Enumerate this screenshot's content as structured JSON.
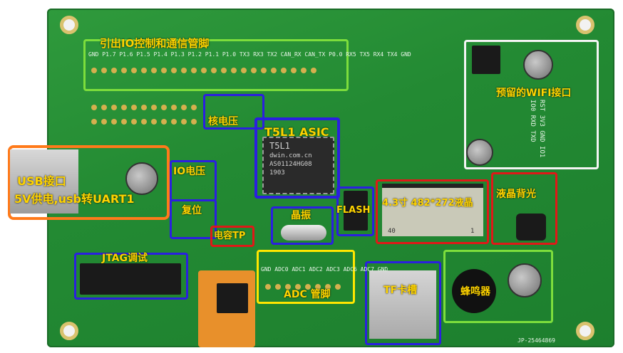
{
  "labels": {
    "io_header": "引出IO控制和通信管脚",
    "wifi": "预留的WIFI接口",
    "core_voltage": "核电压",
    "asic": "T5L1 ASIC",
    "io_voltage": "IO电压",
    "usb_line1": "USB接口",
    "usb_line2": "5V供电,usb转UART1",
    "reset": "复位",
    "crystal": "晶振",
    "flash": "FLASH",
    "lcd": "4.3寸 482*272液晶",
    "backlight": "液晶背光",
    "touch": "电容TP",
    "jtag": "JTAG调试",
    "adc": "ADC 管脚",
    "tf": "TF卡槽",
    "buzzer": "蜂鸣器"
  },
  "chip_marking": {
    "line1": "T5L1",
    "line2": "dwin.com.cn",
    "line3": "AS01124HG08",
    "line4": "1903"
  },
  "header_pins_top": [
    "GND",
    "P1.7",
    "P1.6",
    "P1.5",
    "P1.4",
    "P1.3",
    "P1.2",
    "P1.1",
    "P1.0",
    "TX3",
    "RX3",
    "TX2",
    "CAN_RX",
    "CAN_TX",
    "P0.0",
    "RX5",
    "TX5",
    "RX4",
    "TX4",
    "GND"
  ],
  "wifi_pins": [
    "RST",
    "3V3",
    "GND",
    "IO1",
    "IO0",
    "RXD",
    "TXD"
  ],
  "adc_pins": [
    "GND",
    "ADC0",
    "ADC1",
    "ADC2",
    "ADC3",
    "ADC6",
    "ADC7",
    "GND"
  ],
  "pcb_code": "JP-25464869",
  "fpc_marks": [
    "40",
    "1"
  ],
  "colors": {
    "green": "#7dde3c",
    "blue": "#2b1fe0",
    "red": "#e01818",
    "orange": "#ff7a1a",
    "yellow": "#ffe600",
    "white": "#f4f4f4",
    "label_yellow": "#ffd400"
  }
}
